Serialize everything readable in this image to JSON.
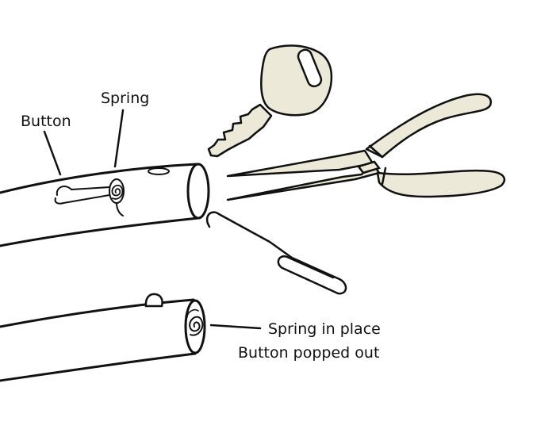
{
  "labels": {
    "button": "Button",
    "spring": "Spring",
    "spring_in_place": "Spring in place",
    "button_popped_out": "Button popped out"
  },
  "colors": {
    "outline": "#111111",
    "tool_fill": "#ece9d8",
    "background": "#ffffff"
  }
}
